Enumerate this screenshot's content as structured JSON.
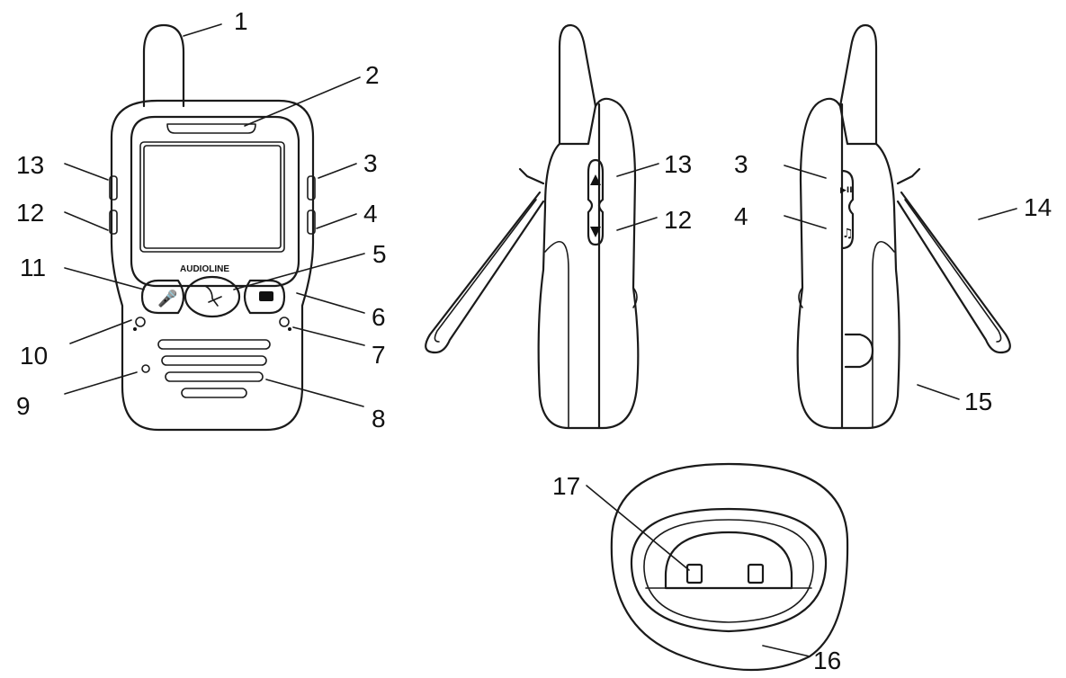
{
  "brand_text": "AUDIOLINE",
  "callouts": {
    "n1": "1",
    "n2": "2",
    "n3": "3",
    "n4": "4",
    "n5": "5",
    "n6": "6",
    "n7": "7",
    "n8": "8",
    "n9": "9",
    "n10": "10",
    "n11": "11",
    "n12": "12",
    "n13": "13",
    "n14": "14",
    "n15": "15",
    "n16": "16",
    "n17": "17"
  },
  "side_left_callouts": {
    "n13": "13",
    "n12": "12"
  },
  "side_right_callouts": {
    "n3": "3",
    "n4": "4",
    "n14": "14",
    "n15": "15"
  }
}
